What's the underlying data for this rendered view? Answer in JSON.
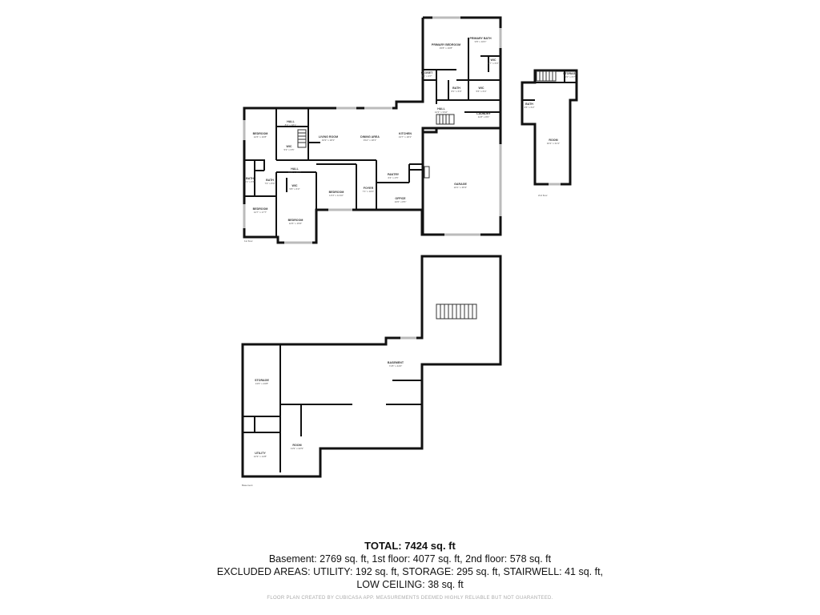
{
  "rooms": [
    {
      "id": "primary-bedroom",
      "name": "PRIMARY BEDROOM",
      "dim": "15'8\" x 16'8\""
    },
    {
      "id": "primary-bath",
      "name": "PRIMARY BATH",
      "dim": "9'8\" x 10'0\""
    },
    {
      "id": "wic-1",
      "name": "WIC",
      "dim": "5'7\" x 6'0\""
    },
    {
      "id": "closet",
      "name": "CLOSET",
      "dim": "5'6\" x 3'7\""
    },
    {
      "id": "bath-1",
      "name": "BATH",
      "dim": "8'1\" x 6'0\""
    },
    {
      "id": "hall-1",
      "name": "HALL",
      "dim": "14'3\" x 9'10\""
    },
    {
      "id": "laundry",
      "name": "LAUNDRY",
      "dim": "11'8\" x 8'0\""
    },
    {
      "id": "hall-2",
      "name": "HALL",
      "dim": "8'4\" x 18'1\""
    },
    {
      "id": "bedroom-1",
      "name": "BEDROOM",
      "dim": "12'6\" x 16'8\""
    },
    {
      "id": "wic-2",
      "name": "WIC",
      "dim": "5'3\" x 6'5\""
    },
    {
      "id": "wic-3",
      "name": "WIC",
      "dim": "5'6\" x 6'4\""
    },
    {
      "id": "living-room",
      "name": "LIVING ROOM",
      "dim": "19'9\" x 18'1\""
    },
    {
      "id": "dining-area",
      "name": "DINING AREA",
      "dim": "9'10\" x 18'1\""
    },
    {
      "id": "kitchen",
      "name": "KITCHEN",
      "dim": "13'7\" x 18'1\""
    },
    {
      "id": "bath-2",
      "name": "BATH",
      "dim": "9'1\" x 6'6\""
    },
    {
      "id": "hall-3",
      "name": "HALL",
      "dim": "16'8\" x 15'7\""
    },
    {
      "id": "pantry",
      "name": "PANTRY",
      "dim": "6'4\" x 4'5\""
    },
    {
      "id": "foyer",
      "name": "FOYER",
      "dim": "7'1\" x 10'0\""
    },
    {
      "id": "wic-4",
      "name": "WIC",
      "dim": "5'8\" x 6'3\""
    },
    {
      "id": "bedroom-2",
      "name": "BEDROOM",
      "dim": "13'4\" x 11'10\""
    },
    {
      "id": "office",
      "name": "OFFICE",
      "dim": "10'0\" x 8'6\""
    },
    {
      "id": "garage",
      "name": "GARAGE",
      "dim": "24'1\" x 35'3\""
    },
    {
      "id": "bedroom-3",
      "name": "BEDROOM",
      "dim": "14'7\" x 17'7\""
    },
    {
      "id": "bedroom-4",
      "name": "BEDROOM",
      "dim": "12'6\" x 15'6\""
    },
    {
      "id": "bath-3",
      "name": "BATH",
      "dim": "7'4\" x 8'0\""
    },
    {
      "id": "bath-4",
      "name": "BATH",
      "dim": "4'6\" x 6'2\""
    },
    {
      "id": "room-upper",
      "name": "ROOM",
      "dim": "16'2\" x 31'1\""
    },
    {
      "id": "storage-2f",
      "name": "STORAGE",
      "dim": "5'0\" x 6'7\""
    },
    {
      "id": "basement",
      "name": "BASEMENT",
      "dim": "71'8\" x 44'0\""
    },
    {
      "id": "storage",
      "name": "STORAGE",
      "dim": "13'6\" x 23'8\""
    },
    {
      "id": "room-basement",
      "name": "ROOM",
      "dim": "11'9\" x 22'9\""
    },
    {
      "id": "utility",
      "name": "UTILITY",
      "dim": "12'9\" x 14'8\""
    }
  ],
  "floors": {
    "first": "1st floor",
    "second": "2nd floor",
    "basement": "Basement"
  },
  "summary": {
    "total": "TOTAL: 7424 sq. ft",
    "line1": "Basement: 2769 sq. ft, 1st floor: 4077 sq. ft, 2nd floor: 578 sq. ft",
    "line2": "EXCLUDED AREAS: UTILITY: 192 sq. ft, STORAGE: 295 sq. ft, STAIRWELL: 41 sq. ft,",
    "line3": "LOW CEILING: 38 sq. ft",
    "credit": "FLOOR PLAN CREATED BY CUBICASA APP. MEASUREMENTS DEEMED HIGHLY RELIABLE BUT NOT GUARANTEED."
  }
}
